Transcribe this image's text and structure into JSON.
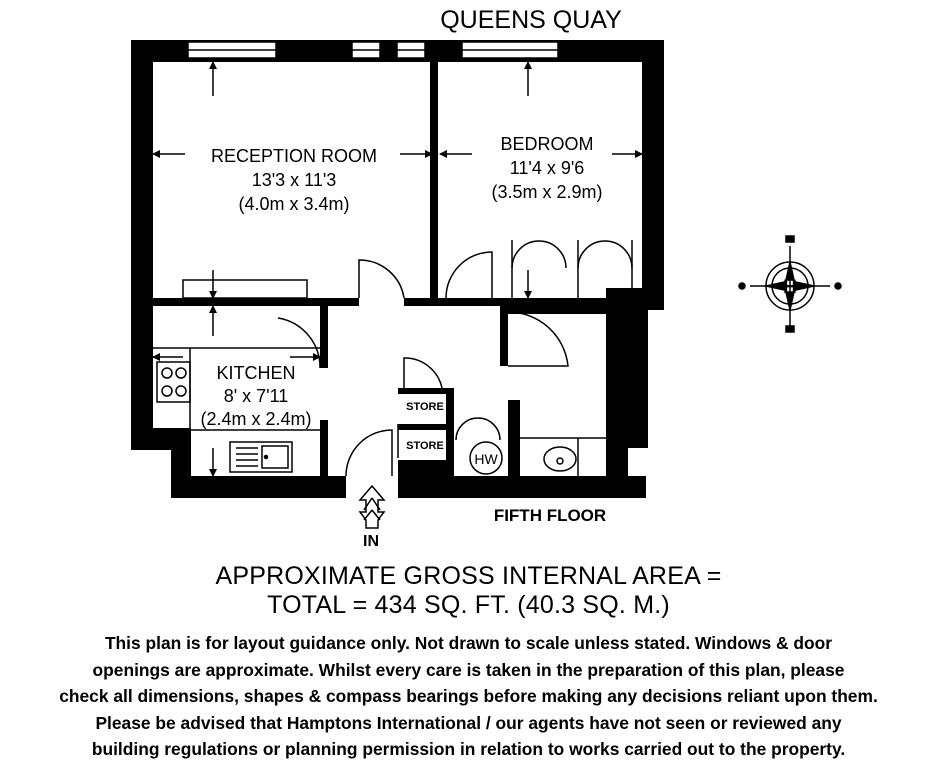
{
  "title": "QUEENS QUAY",
  "floor_label": "FIFTH FLOOR",
  "entrance_label": "IN",
  "rooms": {
    "reception": {
      "name": "RECEPTION ROOM",
      "imperial": "13'3 x 11'3",
      "metric": "(4.0m x 3.4m)"
    },
    "bedroom": {
      "name": "BEDROOM",
      "imperial": "11'4 x 9'6",
      "metric": "(3.5m x 2.9m)"
    },
    "kitchen": {
      "name": "KITCHEN",
      "imperial": "8' x 7'11",
      "metric": "(2.4m x 2.4m)"
    },
    "store_upper": {
      "name": "STORE"
    },
    "store_lower": {
      "name": "STORE"
    },
    "hot_water": {
      "name": "HW"
    }
  },
  "compass": {
    "icon": "compass-rose-icon",
    "center_label": "H"
  },
  "area": {
    "line1": "APPROXIMATE GROSS INTERNAL AREA =",
    "line2": "TOTAL = 434 SQ. FT. (40.3 SQ. M.)"
  },
  "disclaimer": [
    "This plan is for layout guidance only. Not drawn to scale unless stated. Windows & door",
    "openings are approximate. Whilst every care is taken in the preparation of this plan, please",
    "check all dimensions, shapes & compass bearings before making any decisions reliant upon them.",
    "Please be advised that Hamptons International / our agents have not seen or reviewed any",
    "building regulations or planning permission in relation to works carried out to the property."
  ],
  "colors": {
    "wall": "#000000",
    "background": "#ffffff"
  }
}
